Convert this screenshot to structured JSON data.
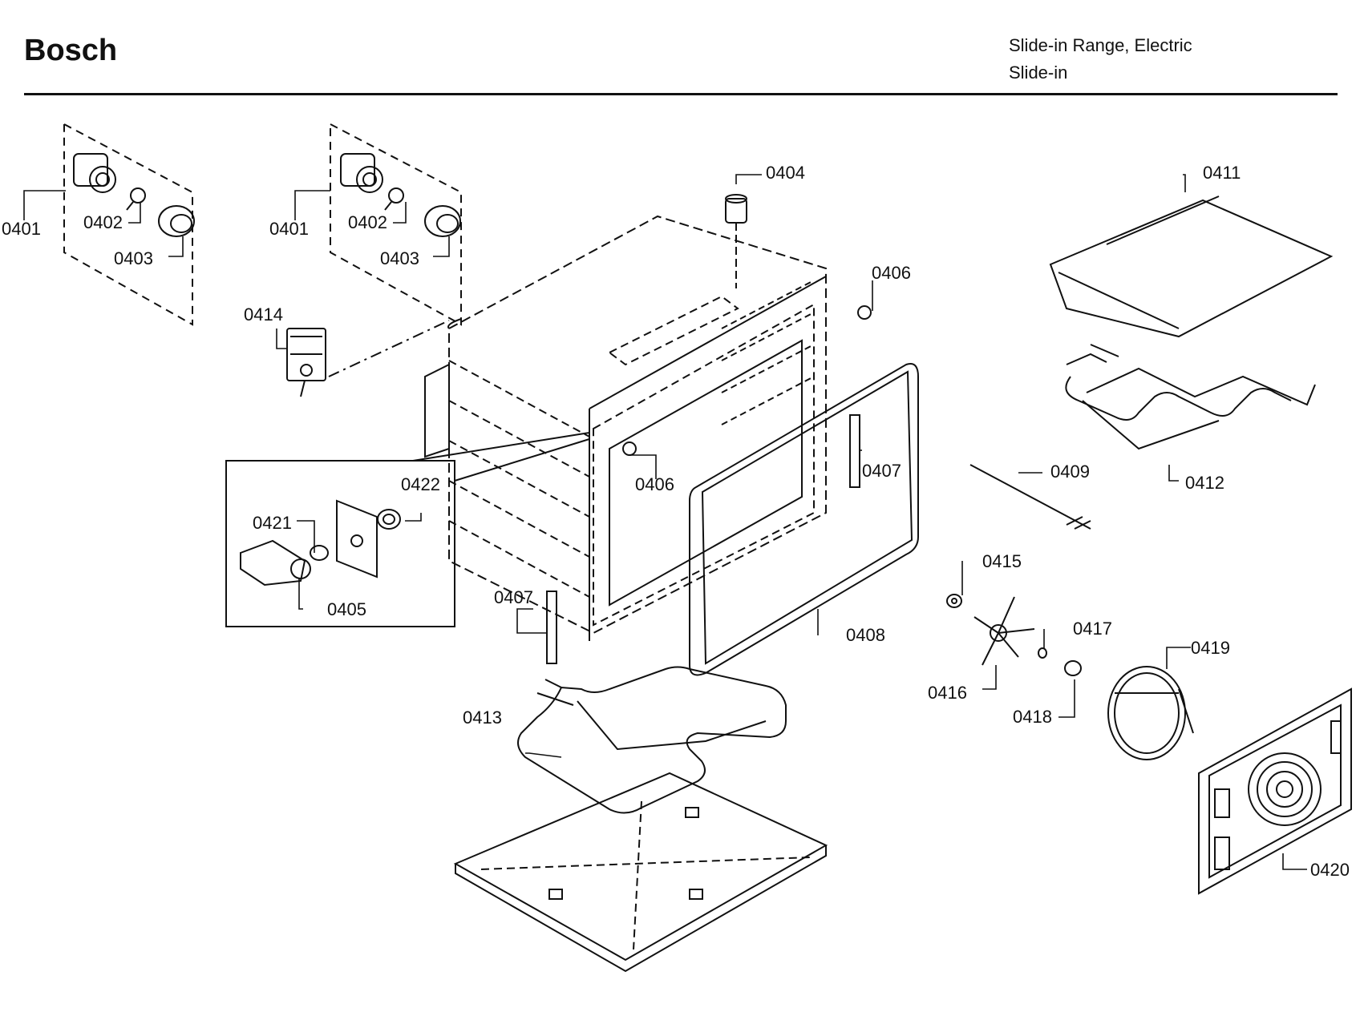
{
  "header": {
    "brand": "Bosch",
    "model_line1": "Slide-in Range, Electric",
    "model_line2": "Slide-in"
  },
  "callouts": {
    "c0401a": "0401",
    "c0402a": "0402",
    "c0403a": "0403",
    "c0401b": "0401",
    "c0402b": "0402",
    "c0403b": "0403",
    "c0404": "0404",
    "c0406a": "0406",
    "c0406b": "0406",
    "c0407a": "0407",
    "c0407b": "0407",
    "c0408": "0408",
    "c0409": "0409",
    "c0411": "0411",
    "c0412": "0412",
    "c0413": "0413",
    "c0414": "0414",
    "c0415": "0415",
    "c0416": "0416",
    "c0417": "0417",
    "c0418": "0418",
    "c0419": "0419",
    "c0420": "0420",
    "c0421": "0421",
    "c0422": "0422",
    "c0405": "0405"
  }
}
